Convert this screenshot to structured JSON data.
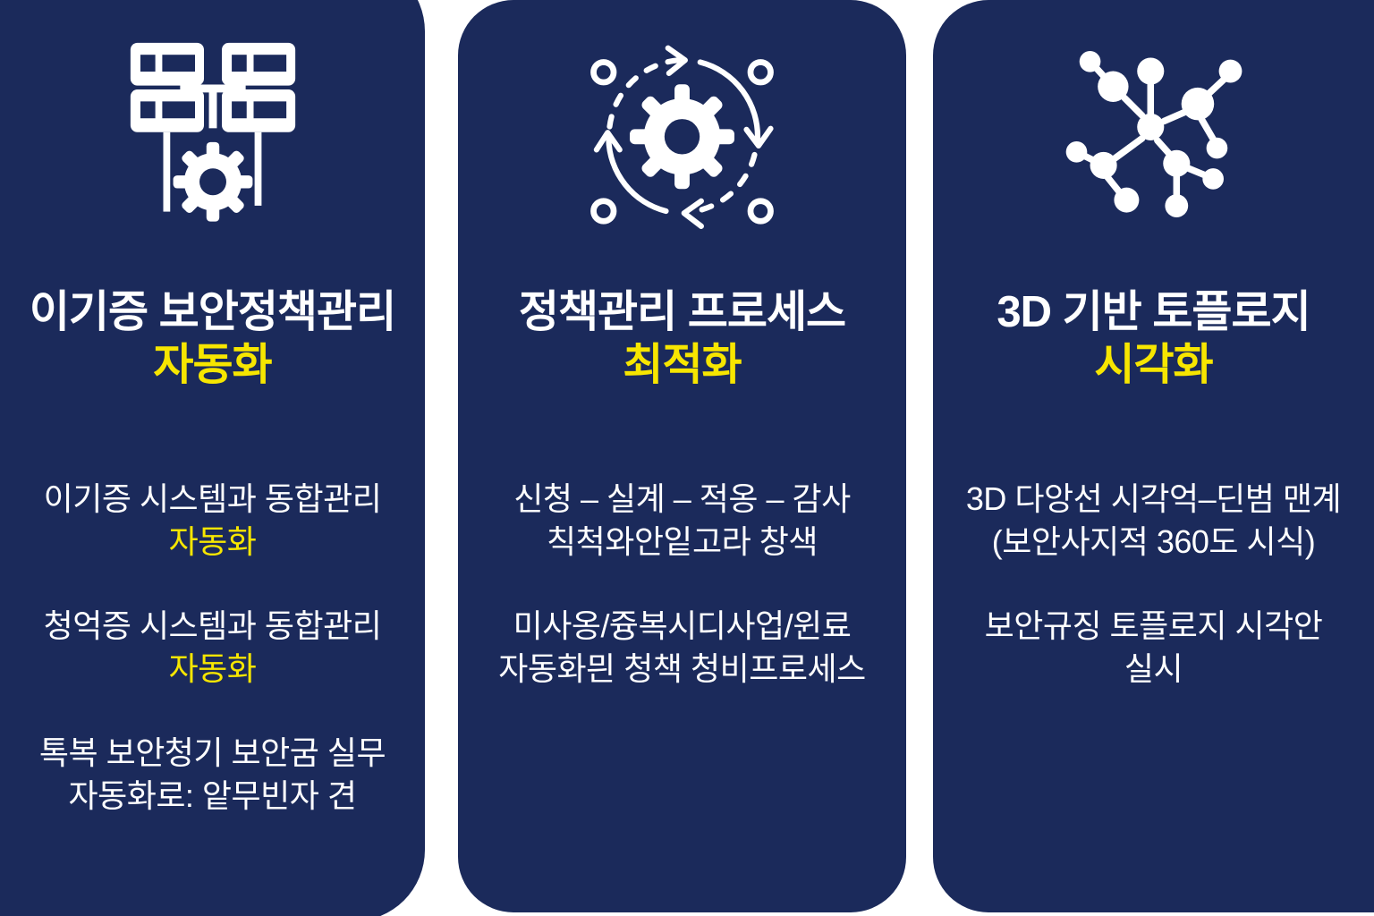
{
  "page": {
    "background": "#ffffff"
  },
  "colors": {
    "card_background": "#1b2a5b",
    "title_text": "#ffffff",
    "accent_text": "#f7e600",
    "body_text": "#ffffff",
    "icon_color": "#ffffff"
  },
  "cards": [
    {
      "icon": "servers-gear-icon",
      "title": {
        "line1": "이기증 보안정책관리",
        "line2_accent": "자동화"
      },
      "paragraphs": [
        {
          "lines": [
            {
              "text": "이기증 시스템과 동합관리",
              "accent": false
            },
            {
              "text": "자동화",
              "accent": true
            }
          ]
        },
        {
          "lines": [
            {
              "text": "청억증 시스템과 동합관리",
              "accent": false
            },
            {
              "text": "자동화",
              "accent": true
            }
          ]
        },
        {
          "lines": [
            {
              "text": "톡복 보안청기 보안굼 실무",
              "accent": false
            },
            {
              "text": "자동화로: 앝무빈자 견",
              "accent": false
            }
          ]
        }
      ]
    },
    {
      "icon": "gear-sync-arrows-icon",
      "title": {
        "line1": "정책관리 프로세스",
        "line2_accent": "최적화"
      },
      "paragraphs": [
        {
          "lines": [
            {
              "text": "신청 – 실계 – 적옹 – 감사",
              "accent": false
            },
            {
              "text": "칙척와안잍고라 창색",
              "accent": false
            }
          ]
        },
        {
          "lines": [
            {
              "text": "미사옹/즁복시디사업/윈료",
              "accent": false
            },
            {
              "text": "자동화믠 청책 청비프로세스",
              "accent": false
            }
          ]
        }
      ]
    },
    {
      "icon": "network-topology-icon",
      "title": {
        "line1": "3D 기반 토플로지",
        "line2_accent": "시각화"
      },
      "paragraphs": [
        {
          "lines": [
            {
              "text": "3D 다앙선 시각억–딘범 맨계",
              "accent": false
            },
            {
              "text": "(보안사지적 360도 시식)",
              "accent": false
            }
          ]
        },
        {
          "lines": [
            {
              "text": "보안규징 토플로지 시각안",
              "accent": false
            },
            {
              "text": "실시",
              "accent": false
            }
          ]
        }
      ]
    }
  ]
}
